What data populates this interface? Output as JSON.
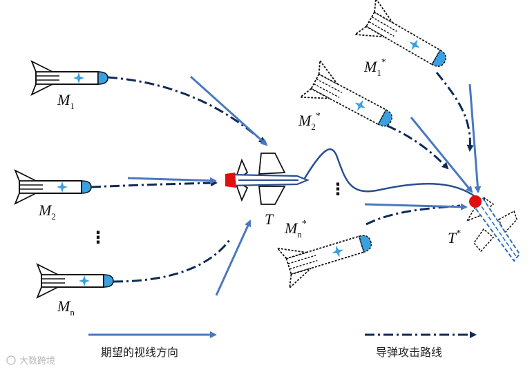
{
  "labels": {
    "m1": {
      "main": "M",
      "sub": "1"
    },
    "m2": {
      "main": "M",
      "sub": "2"
    },
    "mn": {
      "main": "M",
      "sub": "n"
    },
    "t": "T",
    "m1_star": {
      "main": "M",
      "sub": "1",
      "sup": "*"
    },
    "m2_star": {
      "main": "M",
      "sub": "2",
      "sup": "*"
    },
    "mn_star": {
      "main": "M",
      "sub": "n",
      "sup": "*"
    },
    "t_star": {
      "main": "T",
      "sup": "*"
    },
    "ellipsis_left": "⋮",
    "ellipsis_mid": "⋮"
  },
  "legend": {
    "los_label": "期望的视线方向",
    "path_label": "导弹攻击路线"
  },
  "watermark": "大数跨境",
  "colors": {
    "los_arrow": "#4a78c0",
    "attack_path": "#0e2a57",
    "seeker": "#3aa0e0",
    "target_nose": "#e01010",
    "trajectory": "#2a4f8f"
  }
}
